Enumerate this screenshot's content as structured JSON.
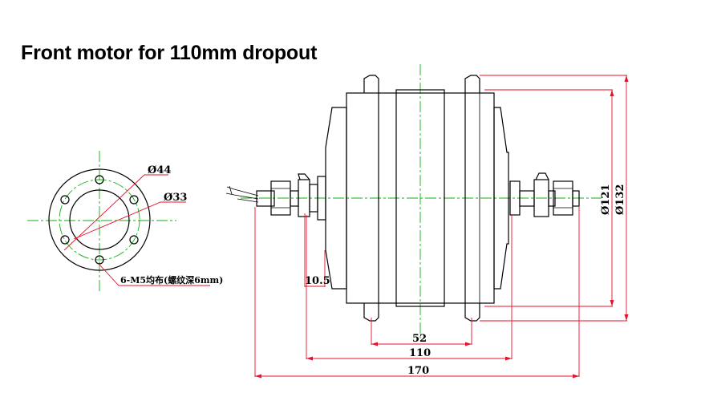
{
  "title": "Front motor for 110mm dropout",
  "flange_view": {
    "dia_44": "Ø44",
    "dia_33": "Ø33",
    "hole_note": "6-M5均布(螺纹深6mm)"
  },
  "side_view": {
    "dim_10_5": "10.5",
    "dim_52": "52",
    "dim_110": "110",
    "dim_170": "170",
    "dim_121": "Ø121",
    "dim_132": "Ø132"
  },
  "colors": {
    "outline": "#000000",
    "dimension": "#e8102a",
    "centerline": "#10b010"
  }
}
